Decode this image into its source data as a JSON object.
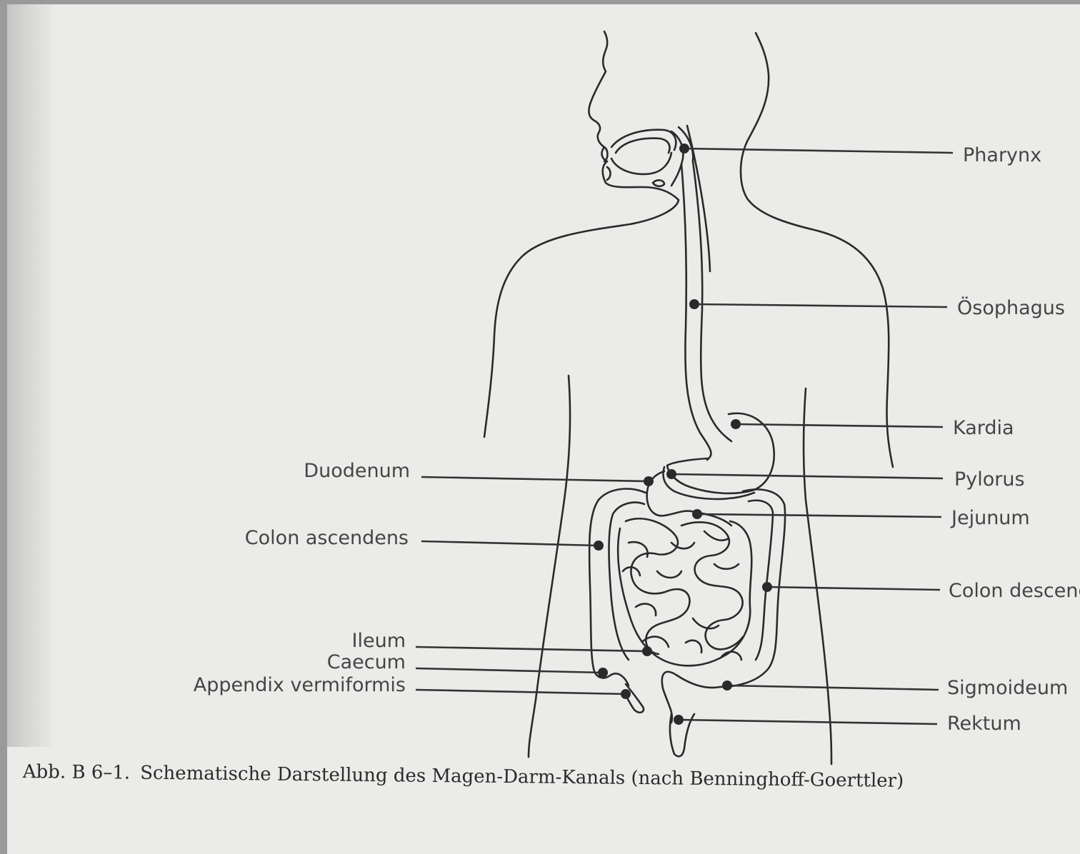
{
  "caption": {
    "number": "Abb. B 6–1.",
    "text": "Schematische Darstellung des Magen-Darm-Kanals (nach Benninghoff-Goerttler)"
  },
  "labels": {
    "pharynx": "Pharynx",
    "oesophagus": "Ösophagus",
    "kardia": "Kardia",
    "pylorus": "Pylorus",
    "jejunum": "Jejunum",
    "colon_descendens": "Colon descendens",
    "sigmoideum": "Sigmoideum",
    "rektum": "Rektum",
    "duodenum": "Duodenum",
    "colon_ascendens": "Colon ascendens",
    "ileum": "Ileum",
    "caecum": "Caecum",
    "appendix": "Appendix vermiformis"
  },
  "colors": {
    "ink": "#2a2a2a",
    "paper": "#ebebe9",
    "scan_border": "#9a9a9a"
  }
}
